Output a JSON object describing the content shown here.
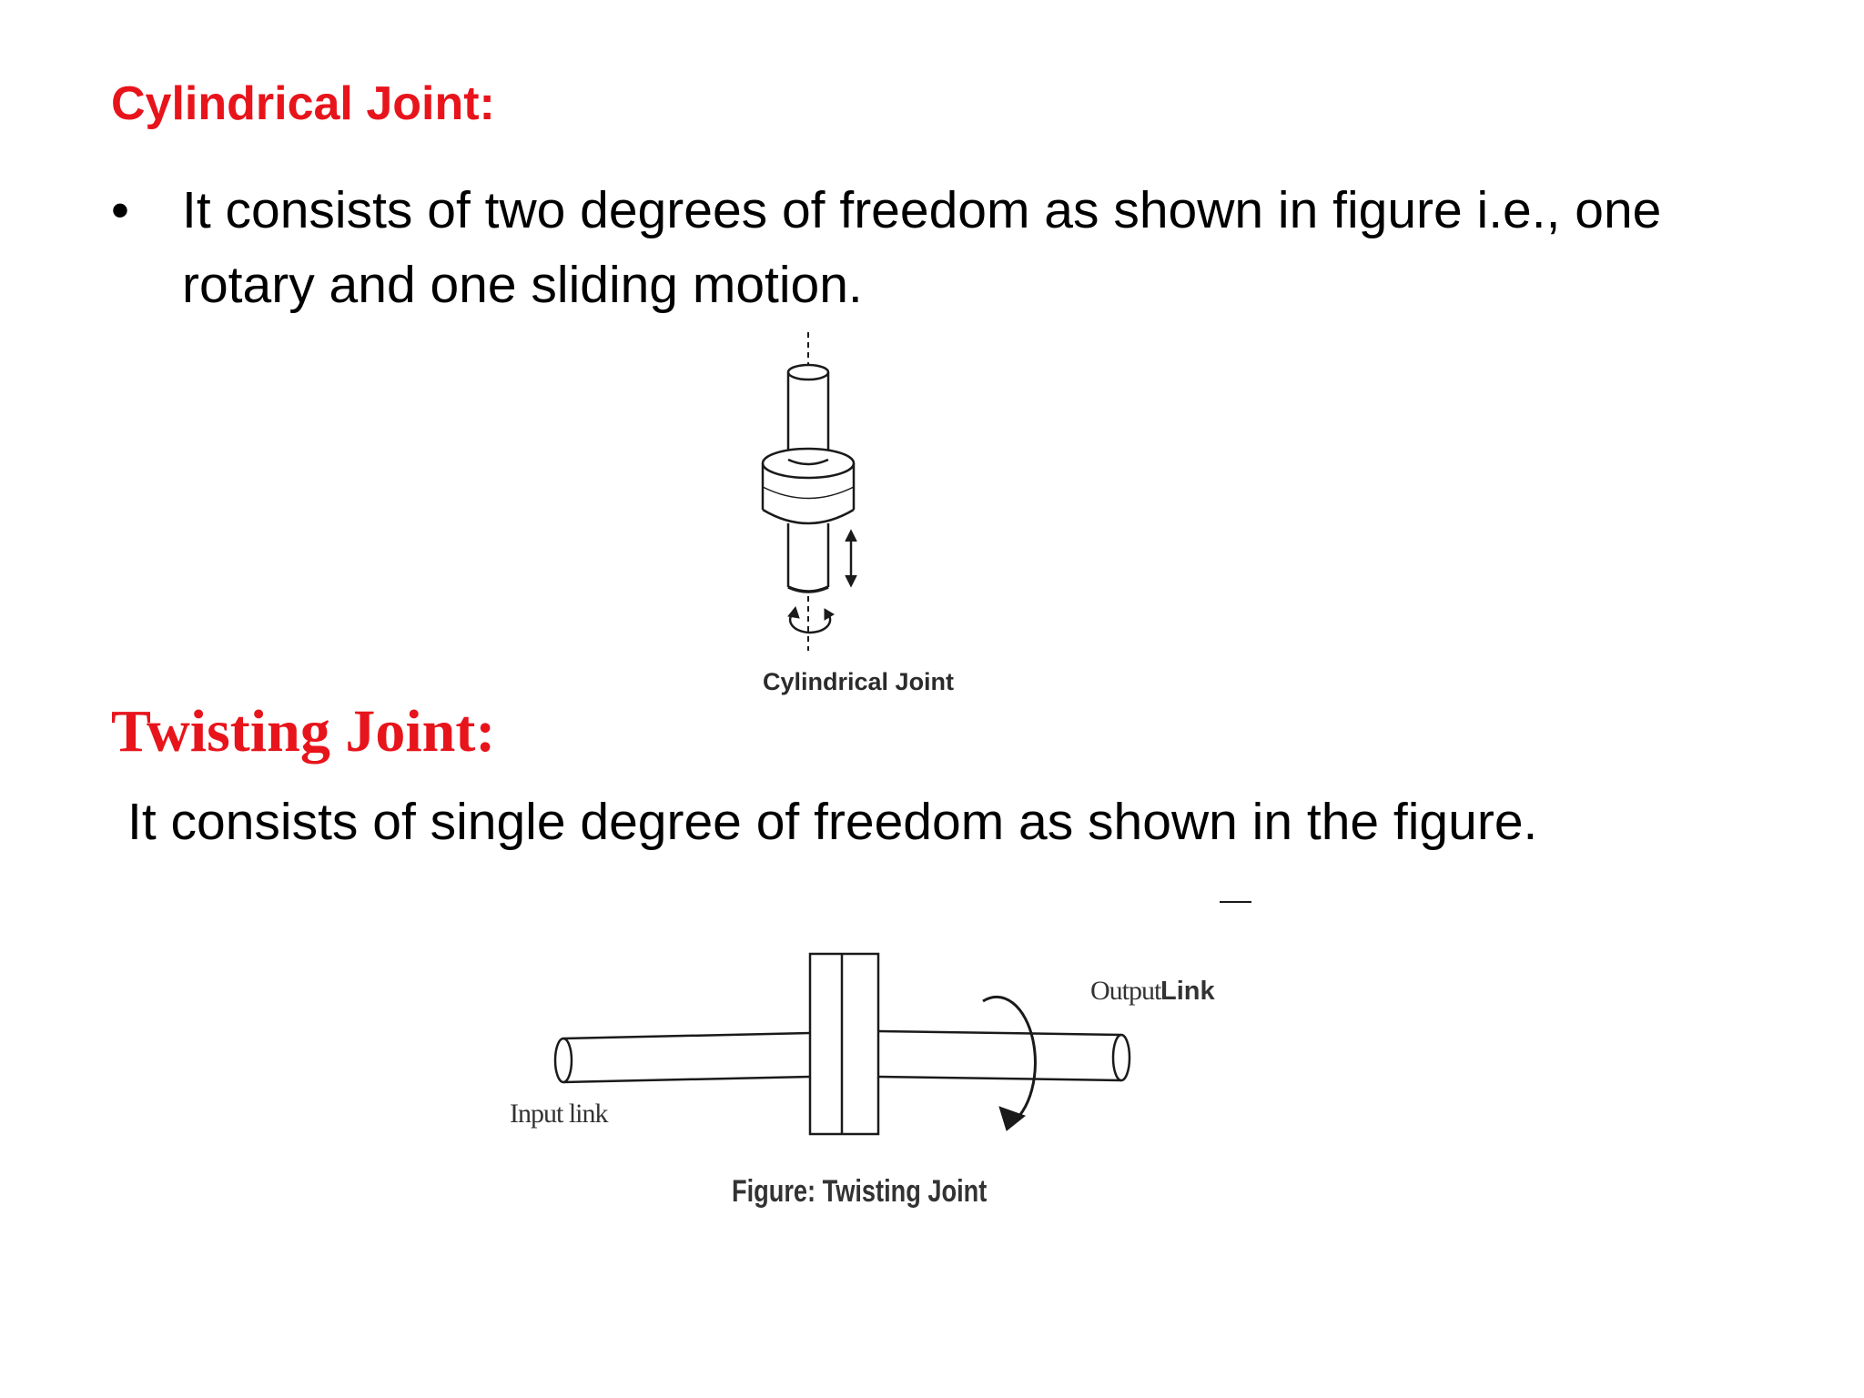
{
  "cylindrical": {
    "heading": "Cylindrical Joint:",
    "bullet_symbol": "•",
    "bullet_text": "It consists of two degrees of freedom as shown in figure i.e., one rotary and one sliding motion.",
    "figure_caption": "Cylindrical Joint"
  },
  "twisting": {
    "heading": "Twisting Joint:",
    "body_text": "It consists of single degree of freedom as shown in the figure.",
    "figure": {
      "output_label_light": "Output",
      "output_label_bold": "Link",
      "input_label": "Input link",
      "caption": "Figure: Twisting Joint"
    }
  }
}
